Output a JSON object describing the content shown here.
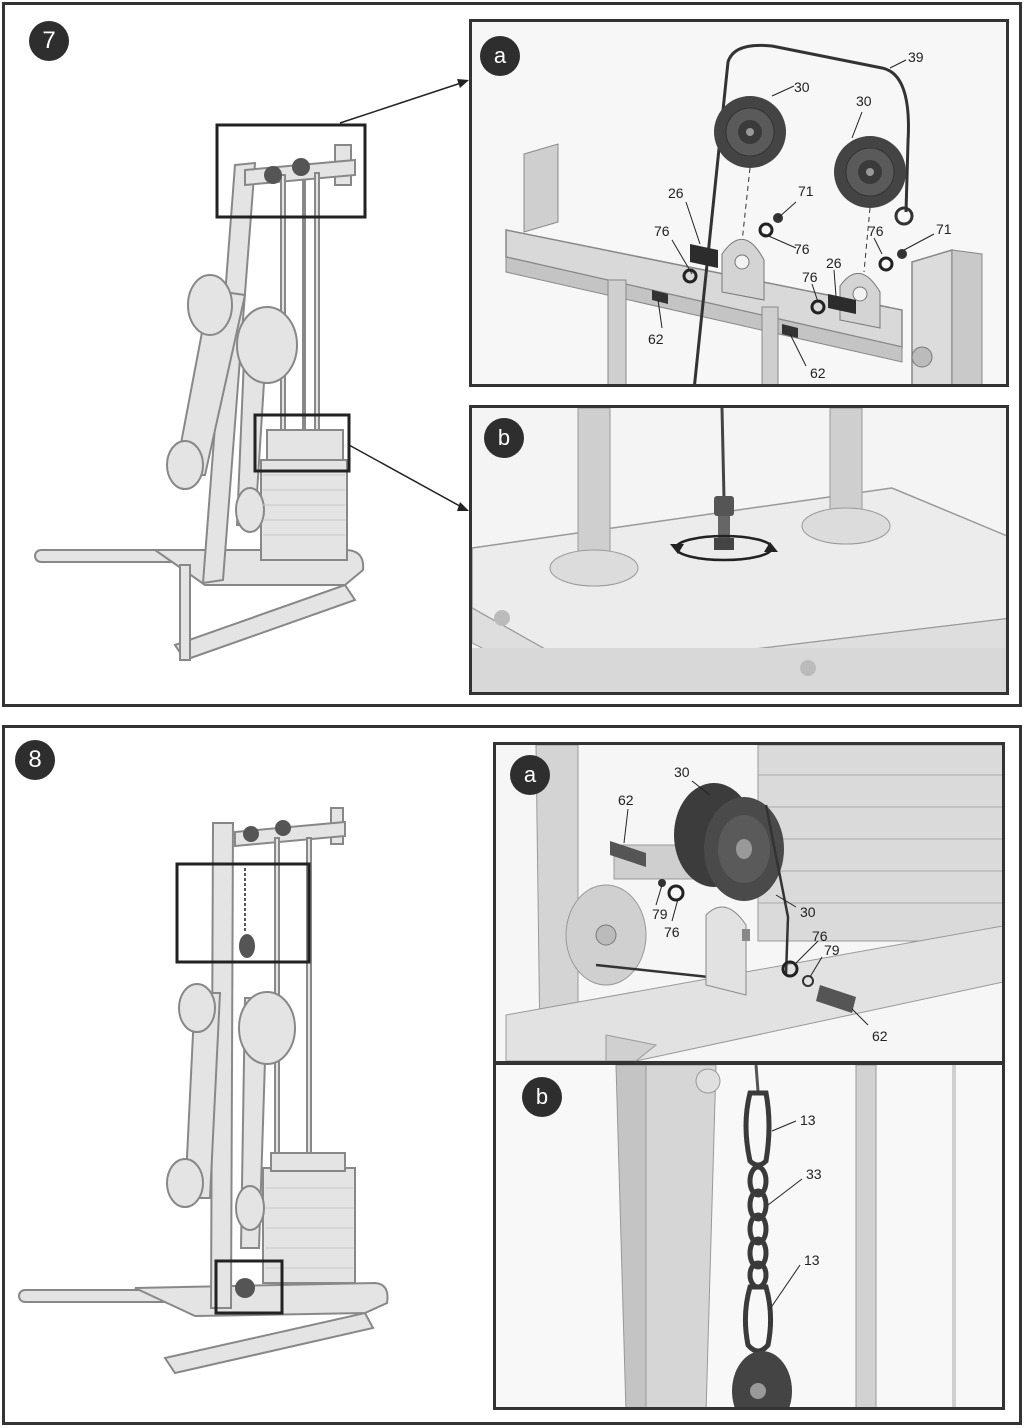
{
  "steps": [
    {
      "number": "7",
      "subpanels": [
        {
          "label": "a",
          "callouts": [
            "39",
            "30",
            "30",
            "26",
            "71",
            "76",
            "76",
            "76",
            "71",
            "26",
            "76",
            "62",
            "62"
          ]
        },
        {
          "label": "b"
        }
      ]
    },
    {
      "number": "8",
      "subpanels": [
        {
          "label": "a",
          "callouts": [
            "30",
            "62",
            "79",
            "76",
            "30",
            "76",
            "79",
            "62"
          ]
        },
        {
          "label": "b",
          "callouts": [
            "13",
            "33",
            "13"
          ]
        }
      ]
    }
  ]
}
